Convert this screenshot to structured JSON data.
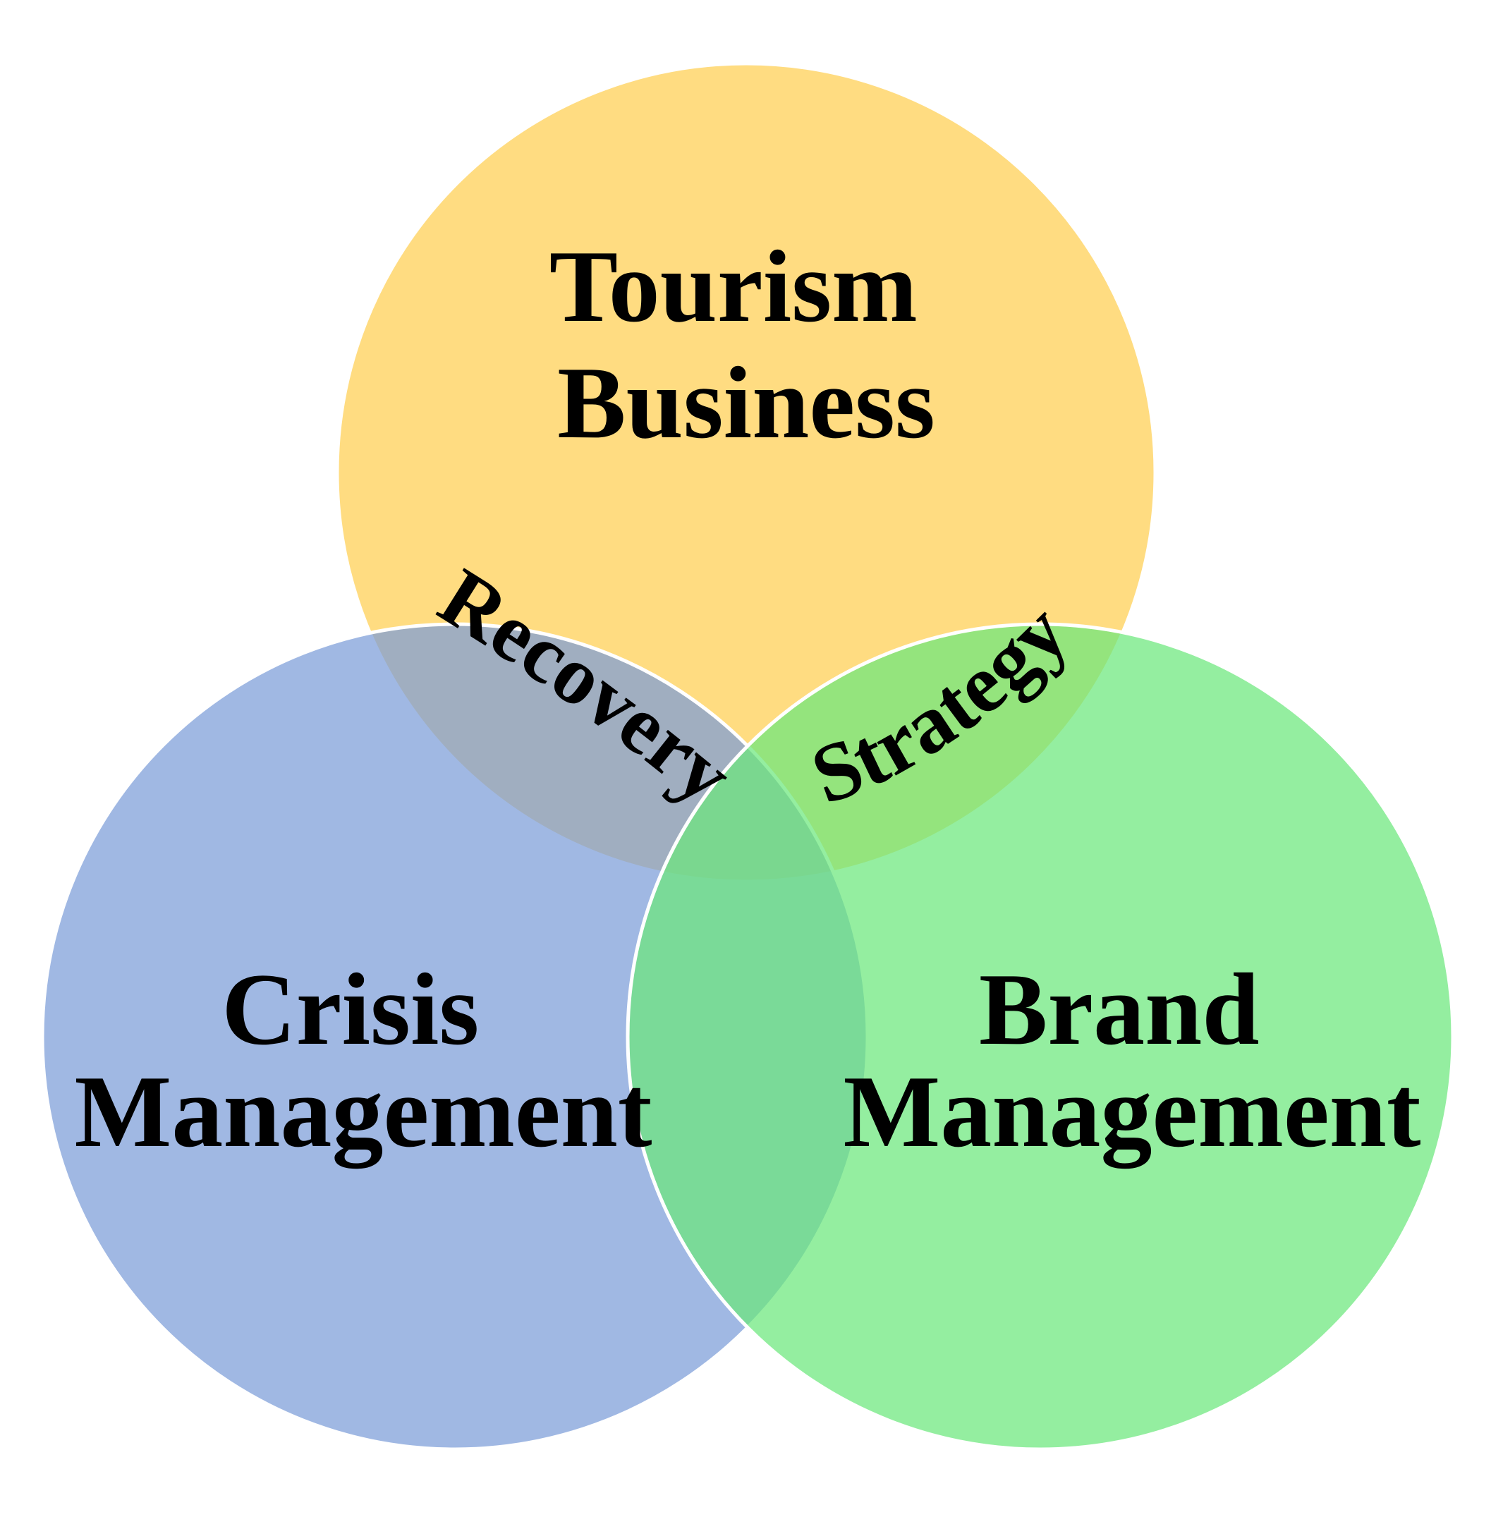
{
  "sets": {
    "tourism_business": {
      "lines": [
        "Tourism",
        "Business"
      ],
      "color": "#FFCE50"
    },
    "crisis_management": {
      "lines": [
        "Crisis",
        "Management"
      ],
      "color": "#7C9CD8"
    },
    "brand_management": {
      "lines": [
        "Brand",
        "Management"
      ],
      "color": "#6BE87B"
    }
  },
  "overlaps": {
    "tourism_crisis": {
      "label": "Recovery"
    },
    "tourism_brand": {
      "label": "Strategy"
    }
  }
}
